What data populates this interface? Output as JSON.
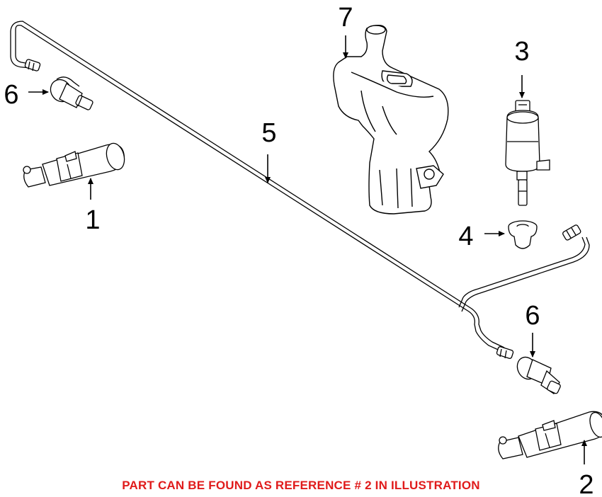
{
  "callouts": {
    "part1": "1",
    "part2": "2",
    "part3": "3",
    "part4": "4",
    "part5": "5",
    "part6_left": "6",
    "part6_right": "6",
    "part7": "7"
  },
  "footer_note": "PART CAN BE FOUND AS REFERENCE # 2 IN ILLUSTRATION",
  "colors": {
    "line": "#000000",
    "note": "#e01b1b",
    "background": "#ffffff"
  }
}
